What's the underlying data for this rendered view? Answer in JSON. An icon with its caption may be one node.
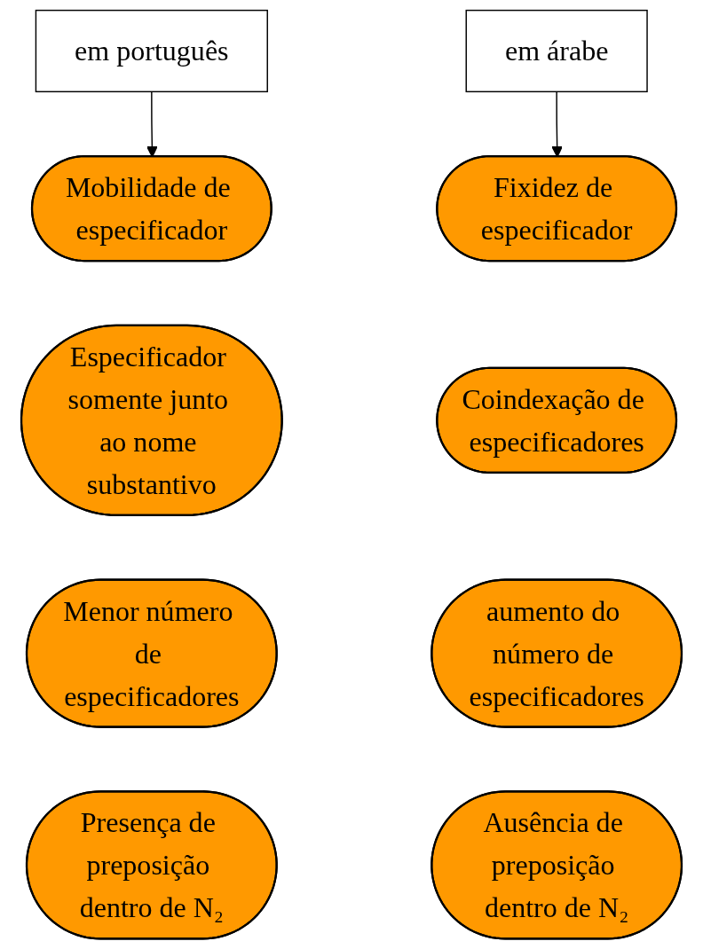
{
  "diagram": {
    "nodes": [
      {
        "text": [
          "em português"
        ]
      },
      {
        "text": [
          "em árabe"
        ]
      },
      {
        "text": [
          "Mobilidade de especificador"
        ]
      },
      {
        "text": [
          "Fixidez de especificador"
        ]
      },
      {
        "text": [
          "Especificador somente junto ao nome substantivo"
        ]
      },
      {
        "text": [
          "Coindexação de especificadores"
        ]
      },
      {
        "text": [
          "Menor número de especificadores"
        ]
      },
      {
        "text": [
          "aumento do número de especificadores"
        ]
      },
      {
        "text": [
          "Presença de preposição dentro de N₂"
        ]
      },
      {
        "text": [
          "Ausência de preposição dentro de N₂"
        ]
      }
    ],
    "edges": [
      {
        "from": 0,
        "to": 2,
        "arrow": "to"
      },
      {
        "from": 1,
        "to": 3,
        "arrow": "to"
      }
    ]
  }
}
